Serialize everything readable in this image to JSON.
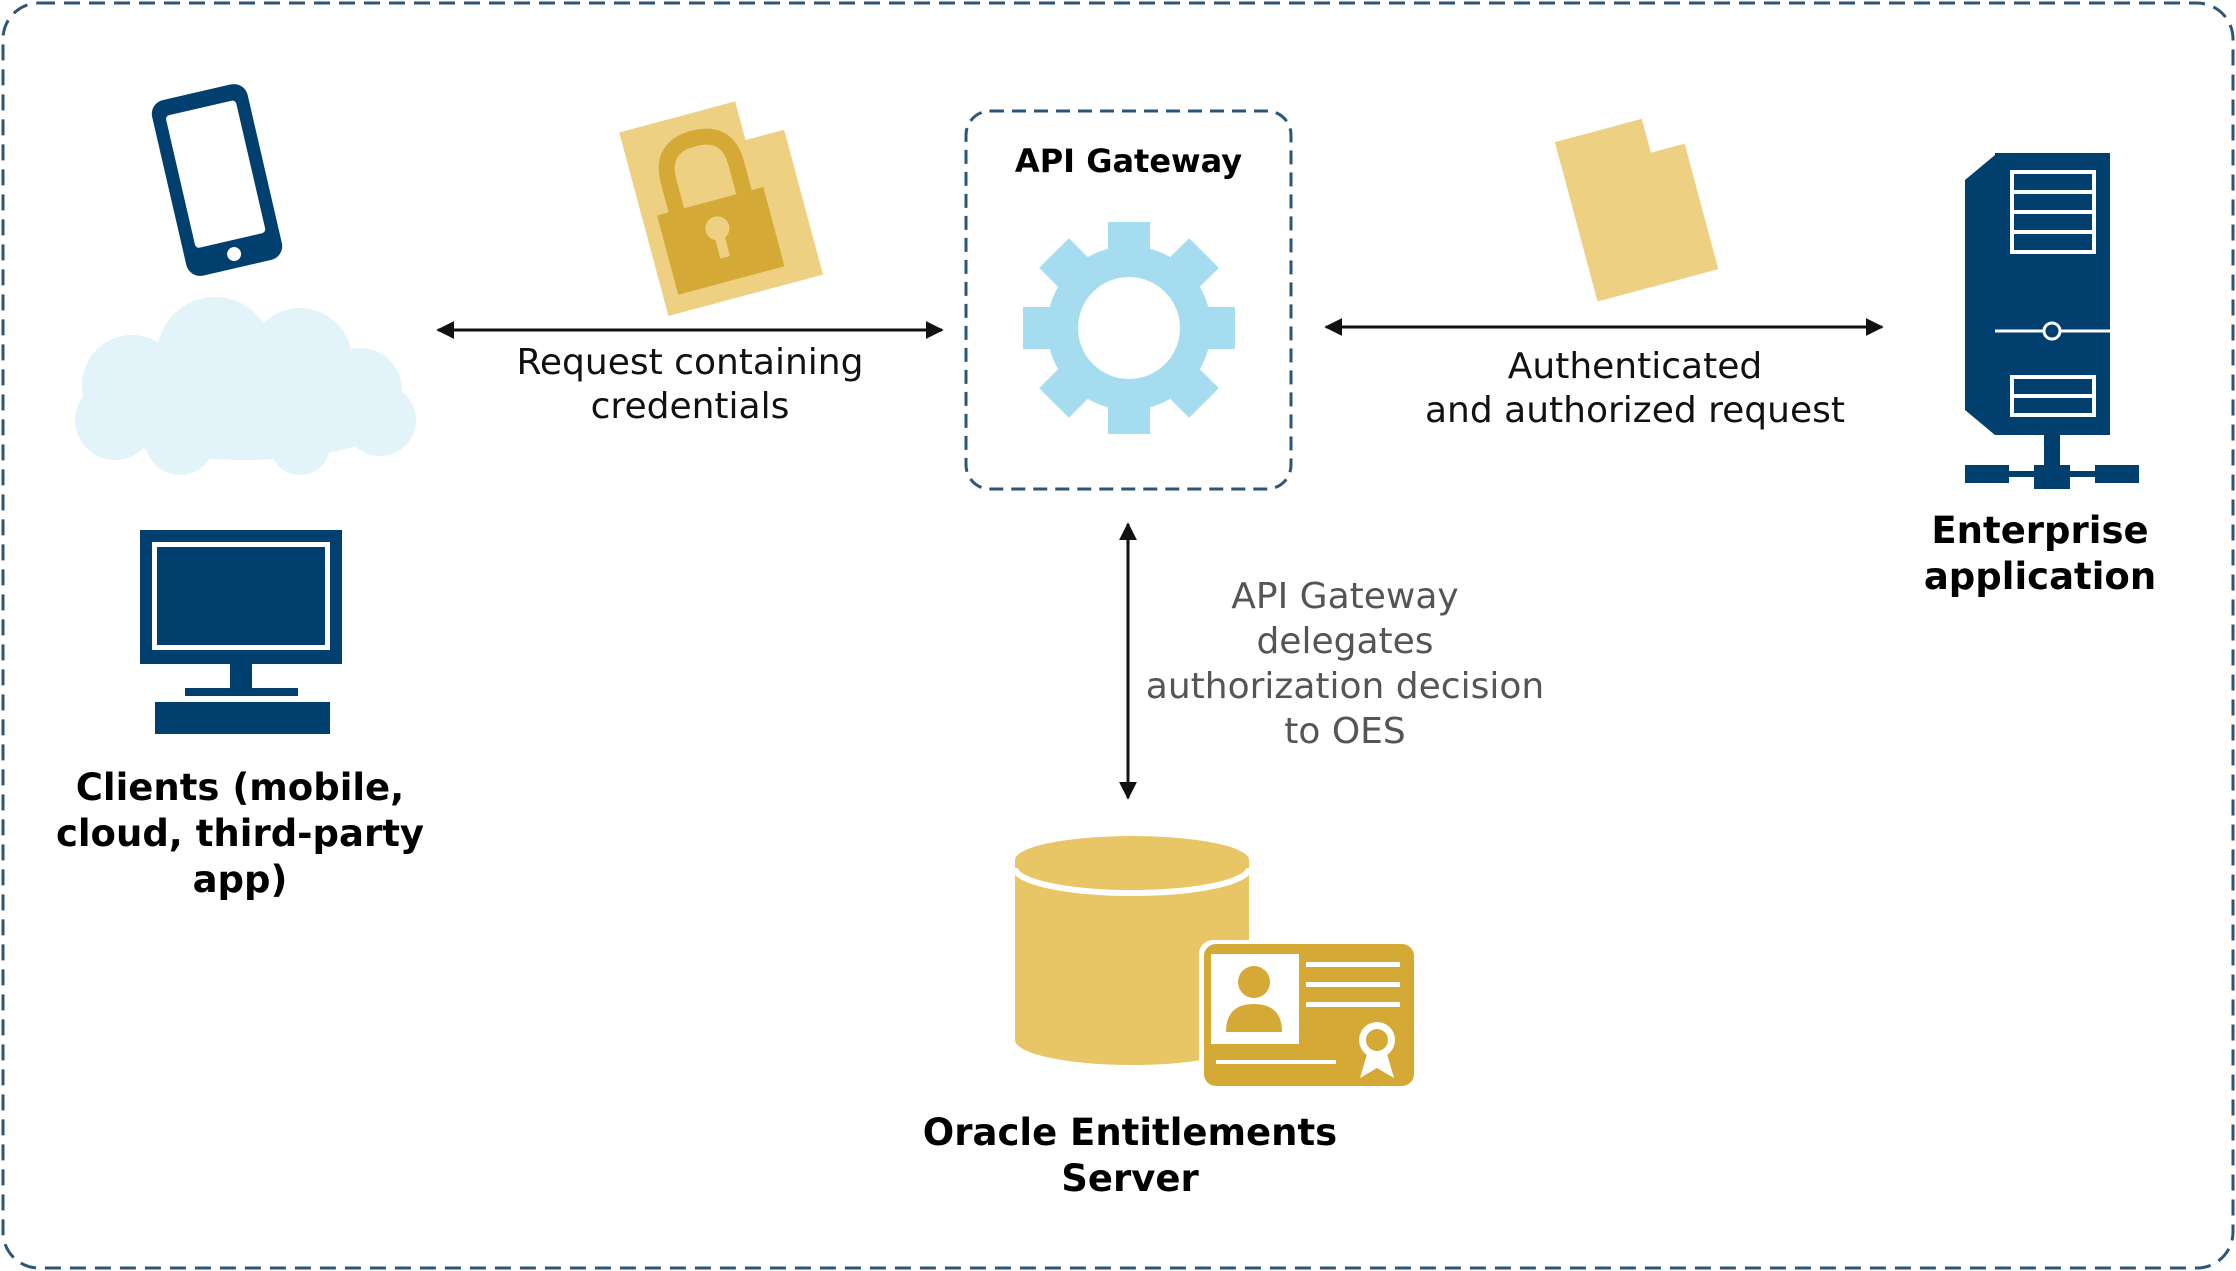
{
  "colors": {
    "navy": "#003F6E",
    "gold": "#D4A935",
    "light_gold": "#EDD082",
    "sky": "#A6DCEF",
    "cloud": "#E3F3FA",
    "border": "#2C5677"
  },
  "gateway": {
    "title": "API Gateway",
    "icon": "gear-icon"
  },
  "clients": {
    "label_line1": "Clients (mobile,",
    "label_line2": "cloud, third-party",
    "label_line3": "app)",
    "icons": [
      "mobile-phone-icon",
      "cloud-icon",
      "desktop-computer-icon"
    ]
  },
  "request": {
    "label_line1": "Request containing",
    "label_line2": "credentials",
    "icon": "locked-document-icon"
  },
  "authorized": {
    "label_line1": "Authenticated",
    "label_line2": "and authorized request",
    "icon": "document-icon"
  },
  "enterprise": {
    "label_line1": "Enterprise",
    "label_line2": "application",
    "icon": "server-tower-icon"
  },
  "delegation": {
    "label_line1": "API Gateway",
    "label_line2": "delegates",
    "label_line3": "authorization decision",
    "label_line4": "to OES"
  },
  "oes": {
    "label_line1": "Oracle Entitlements",
    "label_line2": "Server",
    "icons": [
      "database-icon",
      "id-card-icon"
    ]
  }
}
